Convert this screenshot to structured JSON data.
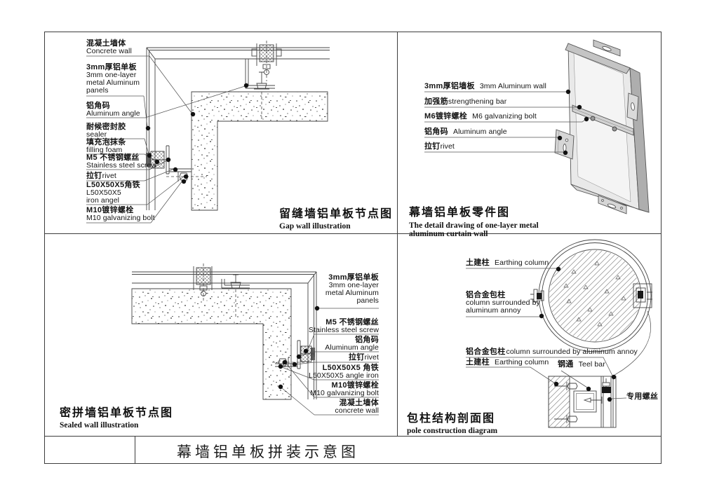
{
  "frame": {
    "main_title": "幕墙铝单板拼装示意图"
  },
  "gap_wall": {
    "title_cn": "留缝墙铝单板节点图",
    "title_en": "Gap wall illustration",
    "labels": {
      "concrete": {
        "cn": "混凝土墙体",
        "en": "Concrete wall"
      },
      "panel": {
        "cn": "3mm厚铝单板",
        "en": "3mm one-layer metal Aluminum panels"
      },
      "angle": {
        "cn": "铝角码",
        "en": "Aluminum angle"
      },
      "sealer": {
        "cn": "耐候密封胶",
        "en": "sealer"
      },
      "foam": {
        "cn": "填充泡抹条",
        "en": "filling foam"
      },
      "screw": {
        "cn": "M5 不锈钢螺丝",
        "en": "Stainless steel screw"
      },
      "rivet": {
        "cn": "拉钉",
        "en": "rivet"
      },
      "angle_iron": {
        "cn": "L50X50X5角铁",
        "en": "L50X50X5 iron angel"
      },
      "bolt": {
        "cn": "M10镀锌螺栓",
        "en": "M10 galvanizing bolt"
      }
    }
  },
  "panel_part": {
    "title_cn": "幕墙铝单板零件图",
    "title_en1": "The detail drawing of one-layer metal",
    "title_en2": "aluminum curtain wall",
    "labels": {
      "wall": {
        "cn": "3mm厚铝墙板",
        "en": "3mm Aluminum wall"
      },
      "bar": {
        "cn": "加强筋",
        "en": "strengthening bar"
      },
      "bolt": {
        "cn": "M6镀锌螺栓",
        "en": "M6 galvanizing bolt"
      },
      "angle": {
        "cn": "铝角码",
        "en": "Aluminum angle"
      },
      "rivet": {
        "cn": "拉钉",
        "en": "rivet"
      }
    }
  },
  "sealed_wall": {
    "title_cn": "密拼墙铝单板节点图",
    "title_en": "Sealed wall illustration",
    "labels": {
      "panel": {
        "cn": "3mm厚铝单板",
        "en": "3mm one-layer metal Aluminum panels"
      },
      "screw": {
        "cn": "M5 不锈钢螺丝",
        "en": "Stainless steel screw"
      },
      "angle": {
        "cn": "铝角码",
        "en": "Aluminum angle"
      },
      "rivet": {
        "cn": "拉钉",
        "en": "rivet"
      },
      "angle_iron": {
        "cn": "L50X50X5 角铁",
        "en": "L50X50X5 angle iron"
      },
      "bolt": {
        "cn": "M10镀锌螺栓",
        "en": "M10 galvanizing bolt"
      },
      "concrete": {
        "cn": "混凝土墙体",
        "en": "concrete wall"
      }
    }
  },
  "pole": {
    "title_cn": "包柱结构剖面图",
    "title_en": "pole construction diagram",
    "labels": {
      "earthing1": {
        "cn": "土建柱",
        "en": "Earthing column"
      },
      "wrap1": {
        "cn": "铝合金包柱",
        "en": "column surrounded by aluminum annoy"
      },
      "wrap2": {
        "cn": "铝合金包柱",
        "en": "column surrounded by aluminum annoy"
      },
      "earthing2": {
        "cn": "土建柱",
        "en": "Earthing column"
      },
      "steel": {
        "cn": "钢通",
        "en": "Teel bar"
      },
      "screw": {
        "cn": "专用螺丝"
      }
    }
  },
  "colors": {
    "line": "#444444",
    "text": "#141414",
    "panel_gray": "#c9c9c9"
  }
}
